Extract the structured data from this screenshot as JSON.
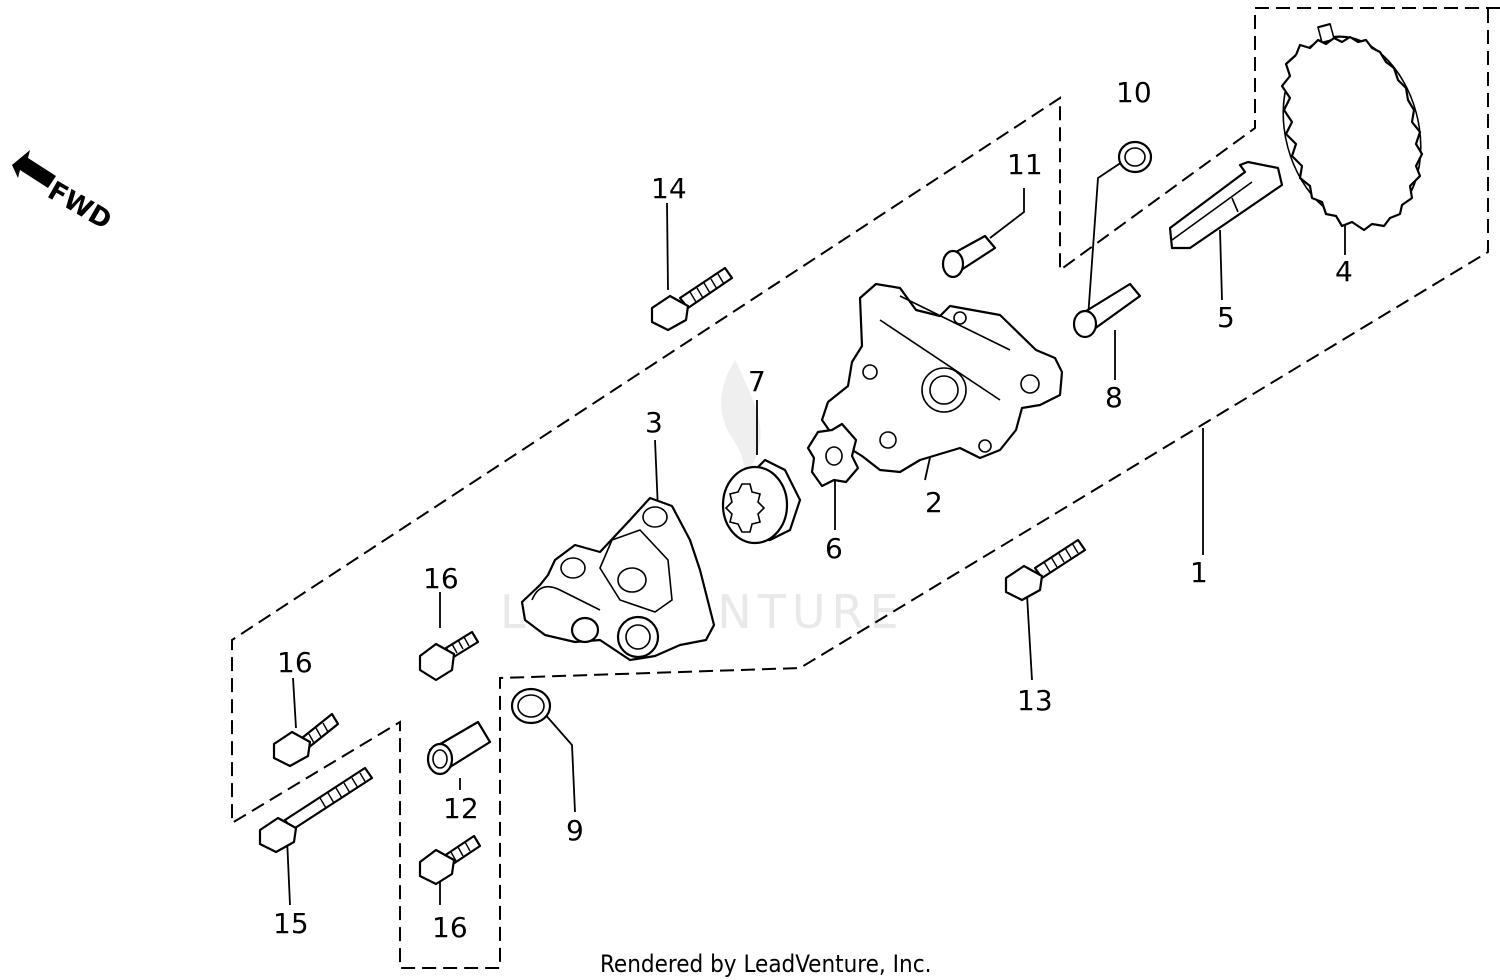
{
  "direction_marker": {
    "label": "FWD"
  },
  "watermark": {
    "text": "LEADVENTURE"
  },
  "footer": {
    "credit": "Rendered by LeadVenture, Inc."
  },
  "callouts": {
    "c1": "1",
    "c2": "2",
    "c3": "3",
    "c4": "4",
    "c5": "5",
    "c6": "6",
    "c7": "7",
    "c8": "8",
    "c9": "9",
    "c10": "10",
    "c11": "11",
    "c12": "12",
    "c13": "13",
    "c14": "14",
    "c15": "15",
    "c16a": "16",
    "c16b": "16",
    "c16c": "16"
  }
}
